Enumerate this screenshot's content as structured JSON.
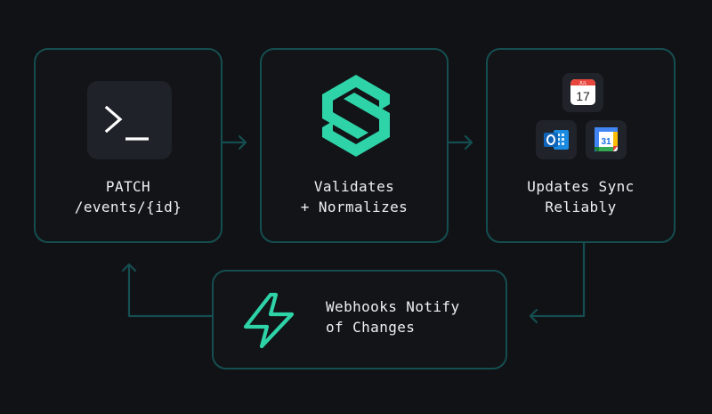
{
  "colors": {
    "background": "#111216",
    "card_border": "#154e50",
    "accent": "#2ed3a8",
    "text": "#eef0f2"
  },
  "steps": {
    "patch": {
      "icon": "terminal-prompt-icon",
      "line1": "PATCH",
      "line2": "/events/{id}"
    },
    "validate": {
      "icon": "stripe-s-logo-icon",
      "line1": "Validates",
      "line2": "+ Normalizes"
    },
    "sync": {
      "icons": [
        "apple-calendar-icon",
        "outlook-icon",
        "google-calendar-icon"
      ],
      "apple_calendar": {
        "month": "JUL",
        "day": "17"
      },
      "google_calendar": {
        "day": "31"
      },
      "line1": "Updates Sync",
      "line2": "Reliably"
    },
    "webhook": {
      "icon": "lightning-bolt-icon",
      "line1": "Webhooks Notify",
      "line2": "of Changes"
    }
  },
  "flow": [
    "patch-to-validate",
    "validate-to-sync",
    "sync-to-webhook",
    "webhook-to-patch"
  ]
}
